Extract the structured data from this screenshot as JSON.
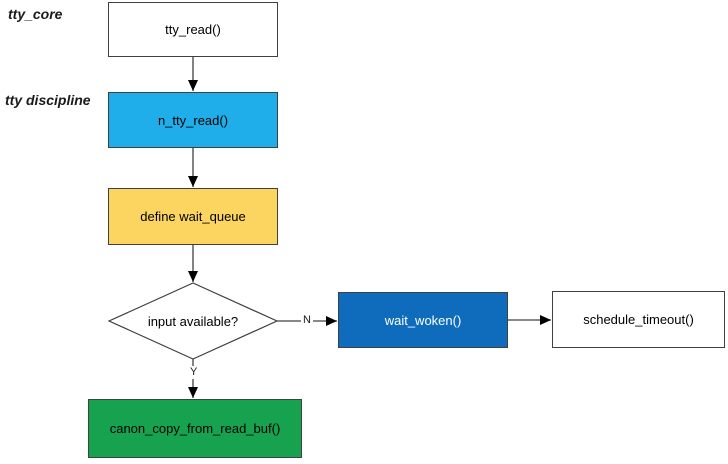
{
  "diagram": {
    "lanes": {
      "core": "tty_core",
      "discipline": "tty discipline"
    },
    "nodes": {
      "tty_read": {
        "label": "tty_read()",
        "fill": "#FFFFFF",
        "text": "#000000"
      },
      "n_tty_read": {
        "label": "n_tty_read()",
        "fill": "#1FAEE9",
        "text": "#000000"
      },
      "define_wait_queue": {
        "label": "define wait_queue",
        "fill": "#FBD560",
        "text": "#000000"
      },
      "input_available": {
        "label": "input available?",
        "fill": "#FFFFFF",
        "text": "#000000"
      },
      "wait_woken": {
        "label": "wait_woken()",
        "fill": "#0F6CBD",
        "text": "#FFFFFF"
      },
      "schedule_timeout": {
        "label": "schedule_timeout()",
        "fill": "#FFFFFF",
        "text": "#000000"
      },
      "canon_copy_from_read_buf": {
        "label": "canon_copy_from_read_buf()",
        "fill": "#17A24F",
        "text": "#000000"
      }
    },
    "edge_labels": {
      "no": "N",
      "yes": "Y"
    },
    "palette": {
      "stroke": "#404040",
      "arrowhead": "#000000"
    }
  }
}
